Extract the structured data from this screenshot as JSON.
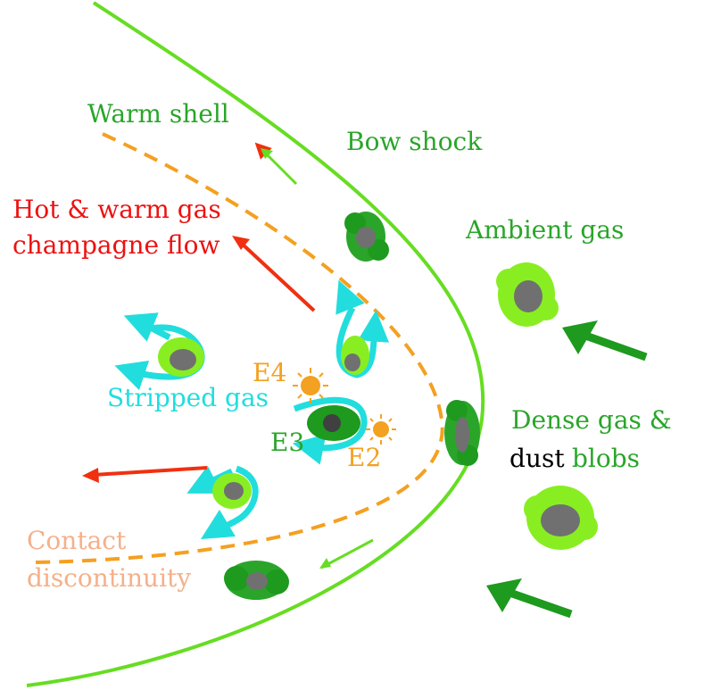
{
  "colors": {
    "bow_shock": "#66dd22",
    "contact": "#f4a020",
    "dark_green": "#1e9a1e",
    "light_green": "#88ee22",
    "mid_green": "#2aa52a",
    "core_grey": "#707070",
    "core_dark": "#404040",
    "red": "#f03010",
    "red_text": "#ee1111",
    "cyan": "#22dddd",
    "orange": "#f4a020",
    "peach": "#f5b08a",
    "black": "#000000"
  },
  "labels": {
    "warm_shell": "Warm shell",
    "bow_shock": "Bow shock",
    "hot_gas_line1": "Hot & warm gas",
    "hot_gas_line2": "champagne flow",
    "ambient_gas": "Ambient gas",
    "stripped_gas": "Stripped gas",
    "e4": "E4",
    "e3": "E3",
    "e2": "E2",
    "dense_line1": "Dense gas &",
    "dust_word": "dust",
    "blobs_word": "blobs",
    "contact_line1": "Contact",
    "contact_line2": "discontinuity"
  },
  "icons": {
    "star": "sun-icon",
    "arrow": "arrow-icon"
  }
}
